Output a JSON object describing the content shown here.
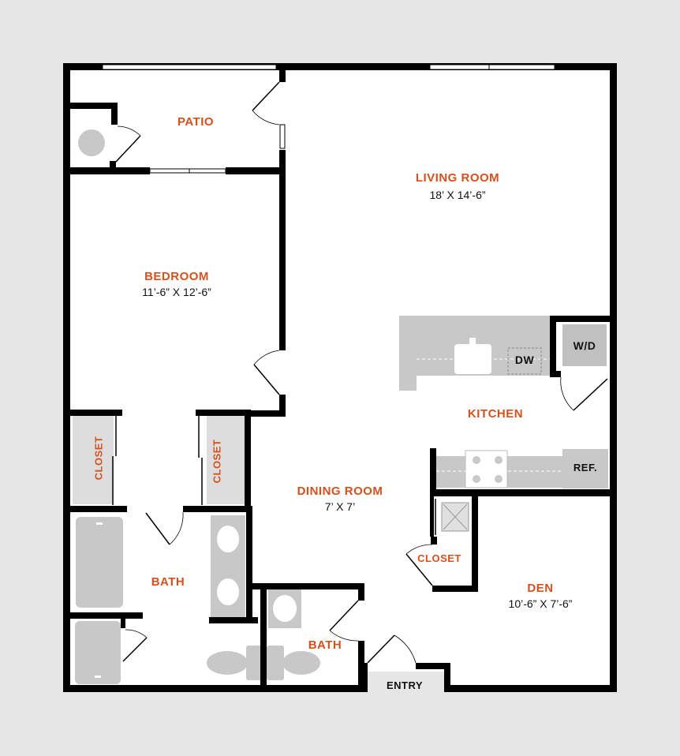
{
  "rooms": {
    "patio": "PATIO",
    "living_room": "LIVING ROOM",
    "living_room_dim": "18’ X 14’-6”",
    "bedroom": "BEDROOM",
    "bedroom_dim": "11’-6” X 12’-6”",
    "kitchen": "KITCHEN",
    "dining_room": "DINING ROOM",
    "dining_room_dim": "7’ X 7’",
    "den": "DEN",
    "den_dim": "10’-6” X 7’-6”",
    "bath_main": "BATH",
    "bath_small": "BATH",
    "closet_left": "CLOSET",
    "closet_right": "CLOSET",
    "closet_hall": "CLOSET",
    "entry": "ENTRY"
  },
  "fixtures": {
    "washer_dryer": "W/D",
    "dishwasher": "DW",
    "refrigerator": "REF."
  },
  "colors": {
    "background": "#e6e6e6",
    "floor": "#ffffff",
    "wall": "#000000",
    "fixture": "#c8c8c8",
    "label": "#d4511e"
  }
}
